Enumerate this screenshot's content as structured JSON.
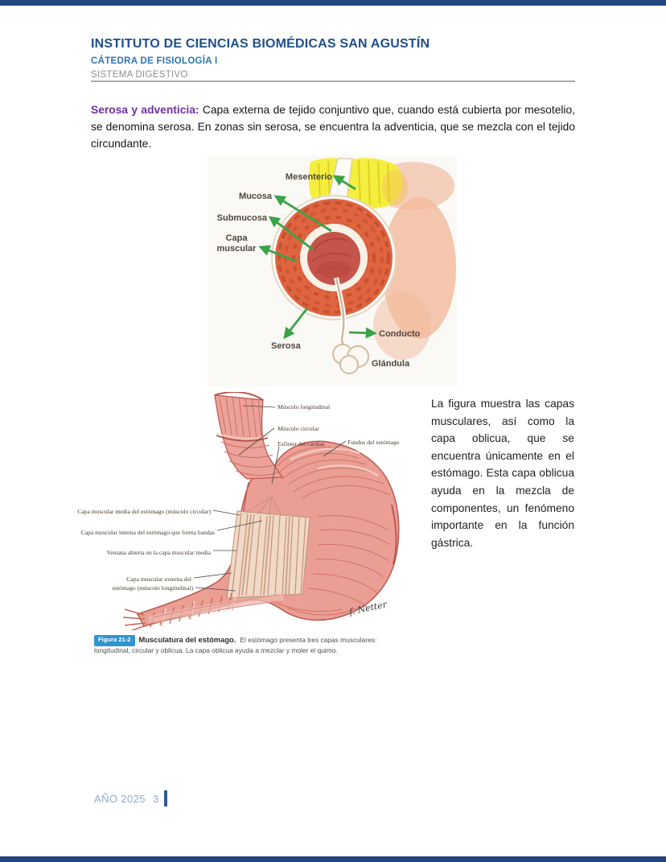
{
  "header": {
    "institute": "INSTITUTO DE CIENCIAS BIOMÉDICAS SAN AGUSTÍN",
    "course": "CÁTEDRA DE FISIOLOGÍA I",
    "topic": "SISTEMA DIGESTIVO"
  },
  "intro": {
    "lead": "Serosa y adventicia:",
    "body": " Capa externa de tejido conjuntivo que, cuando está cubierta por mesotelio, se denomina serosa. En zonas sin serosa, se encuentra la adventicia, que se mezcla con el tejido circundante."
  },
  "figure1": {
    "labels": {
      "mesenterio": "Mesenterio",
      "mucosa": "Mucosa",
      "submucosa": "Submucosa",
      "capa_line1": "Capa",
      "capa_line2": "muscular",
      "serosa": "Serosa",
      "conducto": "Conducto",
      "glandula": "Glándula"
    },
    "arrow_color": "#3aa348"
  },
  "figure2": {
    "labels": {
      "musculo_longitudinal": "Músculo longitudinal",
      "musculo_circular": "Músculo circular",
      "esfinter": "Esfínter del cardias",
      "fundus": "Fundus del estómago",
      "capa_media": "Capa muscular media del estómago (músculo circular)",
      "capa_interna": "Capa muscular interna del estómago que forma bandas",
      "ventana": "Ventana abierta en la capa muscular media",
      "capa_externa_1": "Capa muscular externa del",
      "capa_externa_2": "estómago (músculo longitudinal)",
      "signature": "f. Netter"
    }
  },
  "side_text": {
    "body": "La figura muestra las capas musculares, así como la capa oblicua, que se encuentra únicamente en el estómago. Esta capa oblicua ayuda en la mezcla de componentes, un fenómeno importante en la función gástrica."
  },
  "caption": {
    "badge": "Figura 21-2",
    "title": "Musculatura del estómago.",
    "body": "El estómago presenta tres capas musculares: longitudinal, circular y oblicua. La capa oblicua ayuda a mezclar y moler el quimo."
  },
  "footer": {
    "year_label": "AÑO 2025",
    "page_number": "3"
  }
}
